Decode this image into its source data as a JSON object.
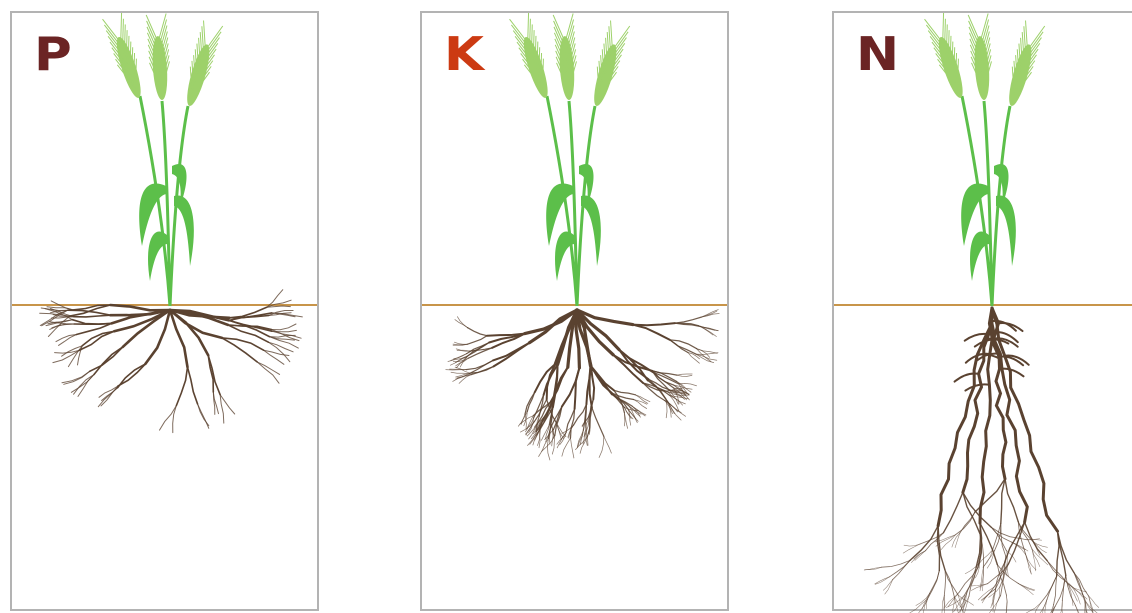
{
  "panels": [
    {
      "label": "P",
      "label_color": "#6b2424",
      "root_type": "shallow-spreading"
    },
    {
      "label": "K",
      "label_color": "#cc3a12",
      "root_type": "medium-branching"
    },
    {
      "label": "N",
      "label_color": "#6b2424",
      "root_type": "deep"
    }
  ],
  "colors": {
    "border": "#b3b3b3",
    "soil_line": "#c8954a",
    "stem": "#5cbf4a",
    "ear": "#9dd16a",
    "root": "#5a4230"
  }
}
